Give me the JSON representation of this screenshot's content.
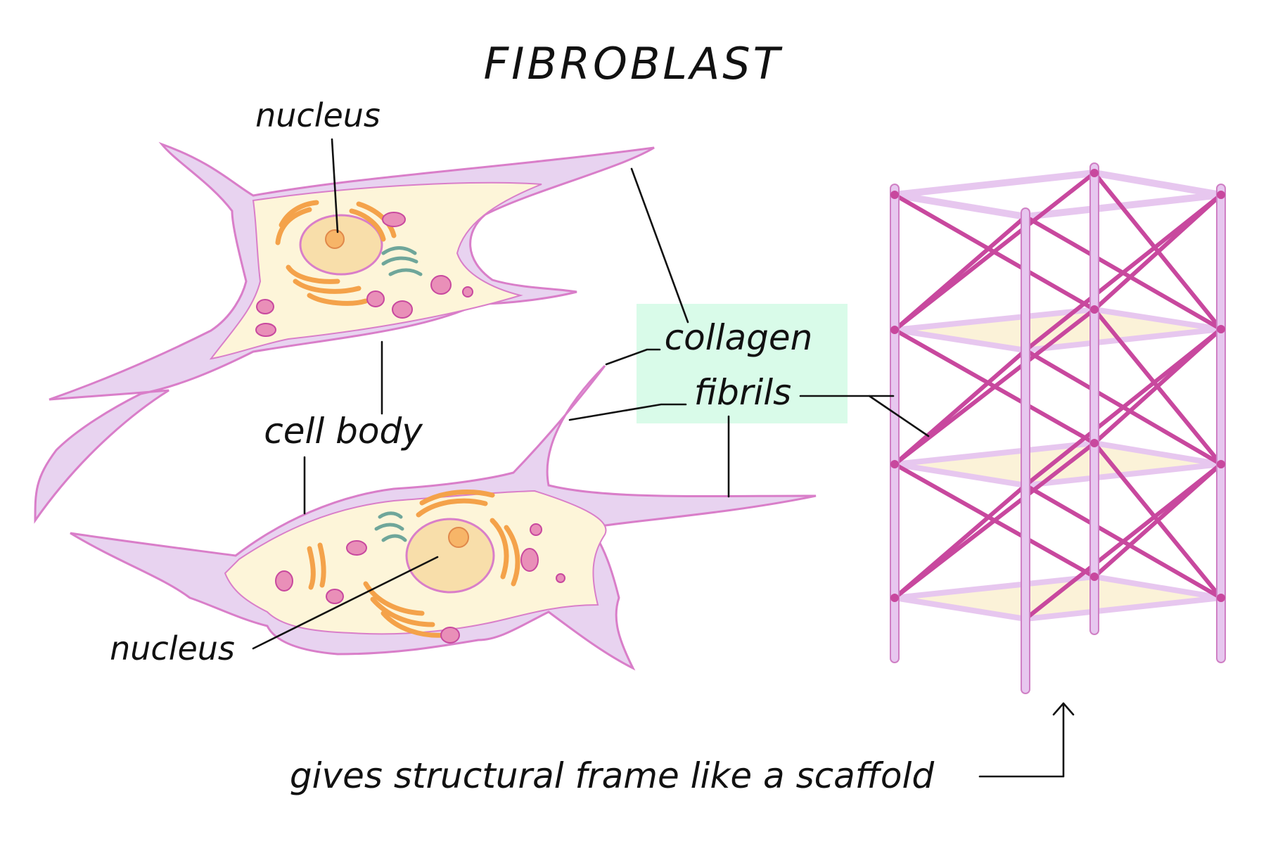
{
  "diagram": {
    "title": "FIBROBLAST",
    "labels": {
      "nucleus_top": "nucleus",
      "cell_body": "cell body",
      "nucleus_bottom": "nucleus",
      "collagen_line1": "collagen",
      "collagen_line2": "fibrils",
      "caption": "gives structural frame like a scaffold"
    },
    "colors": {
      "membrane": "#d97ec9",
      "membrane_fill": "#e8d3f0",
      "cytoplasm": "#fdf5d9",
      "nucleus_fill": "#f8deaa",
      "nucleolus": "#f7b568",
      "organelle_orange": "#f4a24a",
      "organelle_pink": "#e98fb8",
      "er_teal": "#6fa69a",
      "scaffold_brace": "#c8489e",
      "scaffold_pole": "#e7c7ef",
      "scaffold_pole_edge": "#cf7fc4",
      "scaffold_deck": "#fbf2d8",
      "highlight_box": "#d9fbe9",
      "ink": "#111111"
    }
  }
}
